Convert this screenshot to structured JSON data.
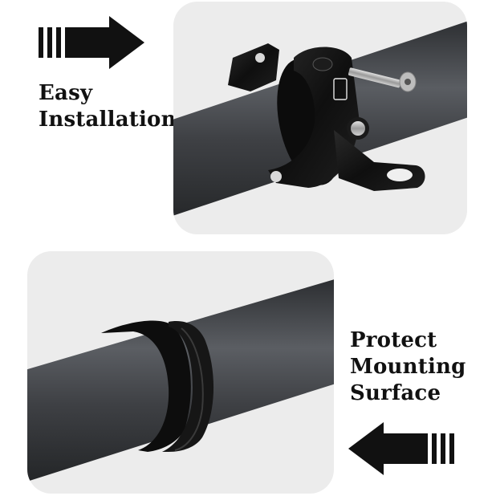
{
  "captions": {
    "easy": [
      "Easy",
      "Installation"
    ],
    "protect": [
      "Protect",
      "Mounting",
      "Surface"
    ]
  },
  "icons": {
    "arrow_top": "right-arrow-icon",
    "arrow_bottom": "left-arrow-icon"
  },
  "colors": {
    "background": "#ffffff",
    "panel": "#ececec",
    "tube": "#3d3f42",
    "clamp": "#141414",
    "text": "#111111"
  }
}
